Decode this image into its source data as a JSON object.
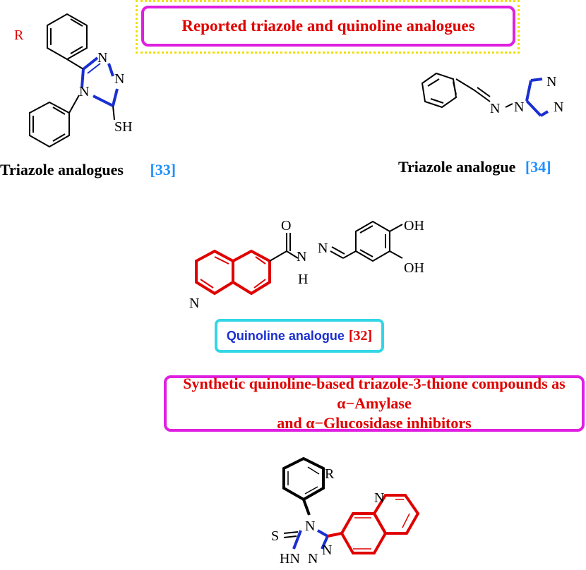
{
  "header": {
    "title": "Reported triazole and quinoline analogues"
  },
  "compound_33": {
    "label": "Triazole analogues",
    "ref": "[33]",
    "atoms": {
      "r": "R",
      "n1": "N",
      "n2": "N",
      "n3": "N",
      "n4": "N",
      "sh": "SH"
    }
  },
  "compound_34": {
    "label": "Triazole analogue",
    "ref": "[34]",
    "atoms": {
      "n_imine": "N",
      "n_ring4": "N",
      "n_a": "N",
      "n_b": "N"
    }
  },
  "quinoline": {
    "label": "Quinoline analogue",
    "ref": "[32]",
    "atoms": {
      "o": "O",
      "n_amide": "N",
      "h": "H",
      "n_imine": "N",
      "oh1": "OH",
      "oh2": "OH",
      "n_ring": "N"
    }
  },
  "synthetic": {
    "line1": "Synthetic quinoline-based triazole-3-thione compounds as α−Amylase",
    "line2": "and α−Glucosidase inhibitors",
    "atoms": {
      "r": "R",
      "n_quin": "N",
      "n4": "N",
      "s": "S",
      "hn": "HN",
      "n_a": "N",
      "n_b": "N"
    }
  },
  "colors": {
    "highlight_red": "#e00000",
    "ring_blue": "#1a2fd0",
    "magenta": "#e020e0",
    "cyan": "#33d6e6",
    "ref_blue": "#1e90ff",
    "dotted_yellow": "#f0e000"
  }
}
